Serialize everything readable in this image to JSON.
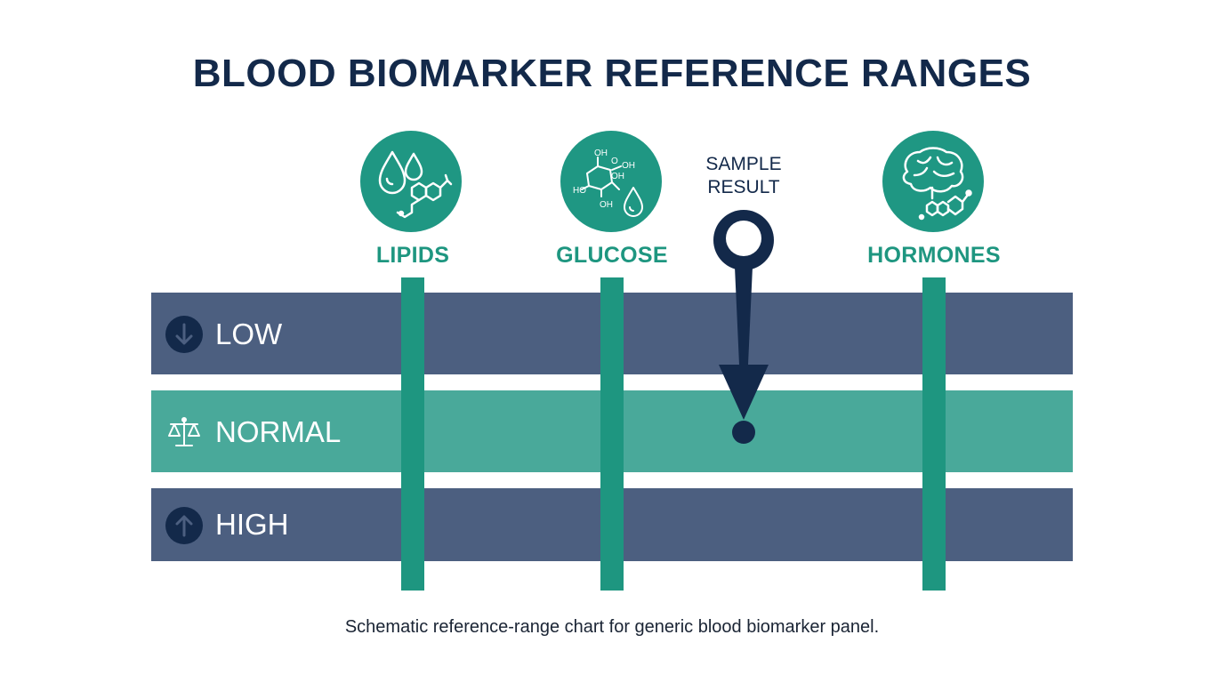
{
  "title": "BLOOD BIOMARKER REFERENCE RANGES",
  "bands": [
    {
      "label": "LOW",
      "icon": "arrow-down-icon"
    },
    {
      "label": "NORMAL",
      "icon": "scale-icon"
    },
    {
      "label": "HIGH",
      "icon": "arrow-up-icon"
    }
  ],
  "columns": [
    {
      "label": "LIPIDS",
      "icon": "lipid-drops-icon"
    },
    {
      "label": "GLUCOSE",
      "icon": "glucose-molecule-icon"
    },
    {
      "label": "HORMONES",
      "icon": "brain-hormone-icon"
    }
  ],
  "marker": {
    "label": "SAMPLE\nRESULT",
    "band": "NORMAL"
  },
  "molecule_text": {
    "oh": "OH",
    "ho": "HO",
    "o": "O"
  },
  "caption": "Schematic reference-range chart for generic blood biomarker panel.",
  "colors": {
    "title": "#13294a",
    "low_high_band": "#4c5f80",
    "normal_band": "#49a99a",
    "accent_teal": "#1e9680",
    "marker": "#13294a"
  }
}
